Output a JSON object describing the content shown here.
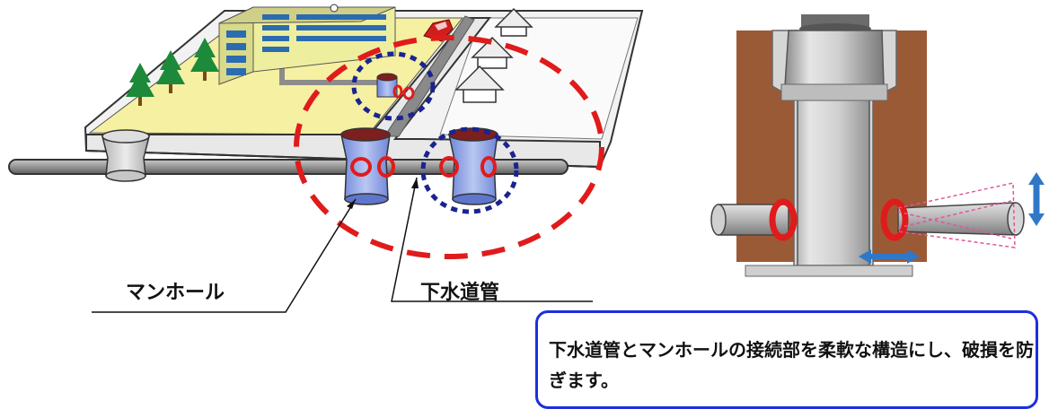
{
  "labels": {
    "manhole": "マンホール",
    "sewer_pipe": "下水道管"
  },
  "callout": {
    "text": "下水道管とマンホールの接続部を柔軟な構造にし、破損を防ぎます。"
  },
  "colors": {
    "joint_highlight": "#e01b1b",
    "zone_outline_red": "#e01b1b",
    "zone_outline_blue": "#1a2390",
    "callout_border": "#1c2fe0",
    "soil": "#9b5a36",
    "movement_arrow": "#2f78c8"
  },
  "icons": [
    "tree-icon",
    "house-icon",
    "car-icon",
    "building-icon"
  ]
}
